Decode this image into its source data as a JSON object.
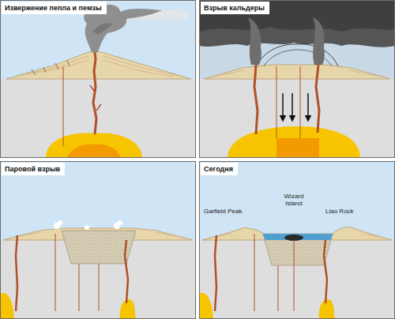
{
  "diagram": {
    "nodes": [
      {
        "text": [
          "Извержение пепла и пемзы"
        ]
      },
      {
        "text": [
          "Взрыв кальдеры"
        ]
      },
      {
        "text": [
          "Паровой взрыв"
        ]
      },
      {
        "text": [
          "Сегодня"
        ]
      }
    ],
    "labels": [
      "Garfield Peak",
      "Wizard Island",
      "Llao Rock"
    ]
  }
}
